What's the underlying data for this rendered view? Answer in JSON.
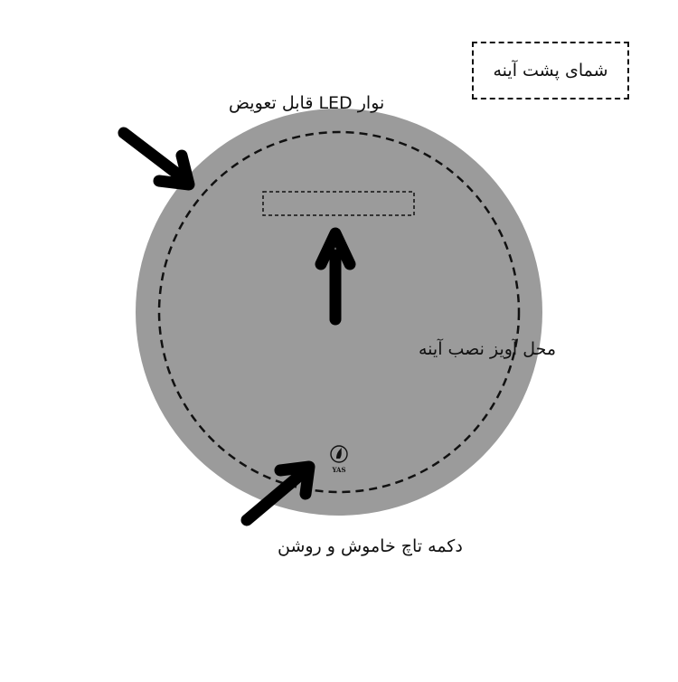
{
  "title": "شمای پشت آینه",
  "labels": {
    "led_strip": "نوار LED قابل تعویض",
    "hanger": "محل آویز نصب آینه",
    "touch_button": "دکمه تاچ خاموش و روشن"
  },
  "logo": {
    "text": "YAS"
  },
  "colors": {
    "mirror_fill": "#9b9b9b",
    "ink": "#111111",
    "background": "#ffffff"
  }
}
